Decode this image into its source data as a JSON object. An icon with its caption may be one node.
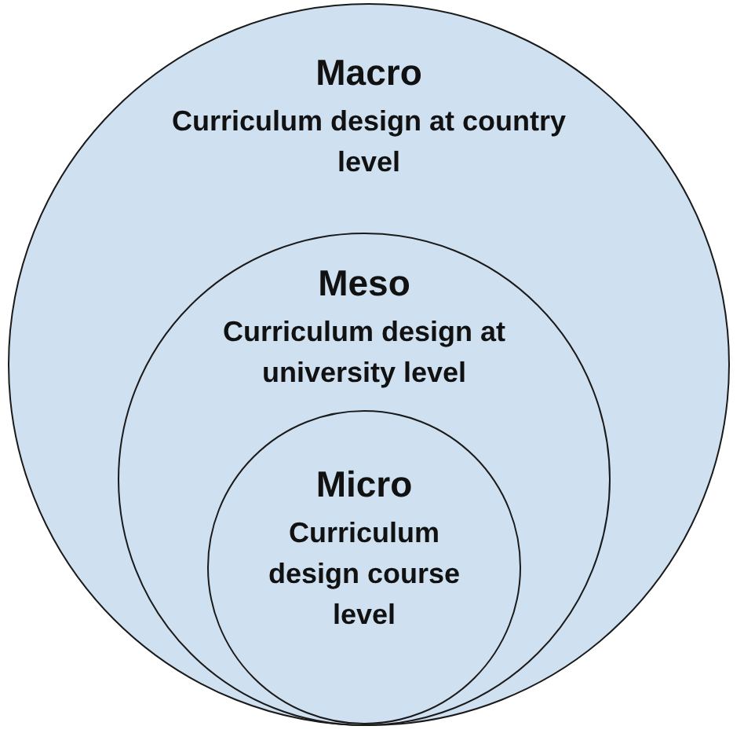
{
  "diagram": {
    "nodes": [
      {
        "text": [
          "Macro",
          "Curriculum design at country level"
        ]
      },
      {
        "text": [
          "Meso",
          "Curriculum design at university level"
        ],
        "in": 0
      },
      {
        "text": [
          "Micro",
          "Curriculum design course level"
        ],
        "in": 1
      }
    ]
  }
}
